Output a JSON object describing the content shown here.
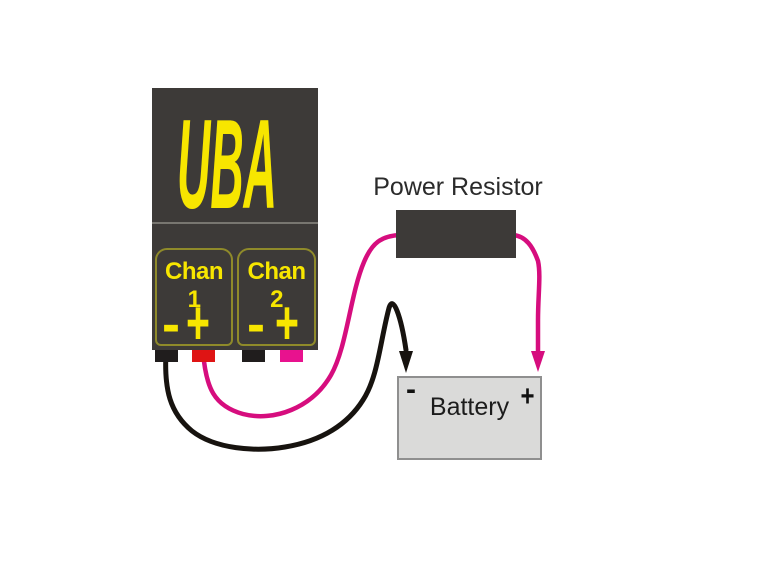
{
  "diagram": {
    "uba": {
      "title": "UBA",
      "body_color": "#3d3a38",
      "text_color": "#f7e600",
      "channels": [
        {
          "label": "Chan 1",
          "minus_symbol": "-",
          "plus_symbol": "+"
        },
        {
          "label": "Chan 2",
          "minus_symbol": "-",
          "plus_symbol": "+"
        }
      ],
      "connectors": [
        {
          "name": "chan1-negative",
          "color": "#201d1d"
        },
        {
          "name": "chan1-positive",
          "color": "#df1414"
        },
        {
          "name": "chan2-negative",
          "color": "#201d1d"
        },
        {
          "name": "chan2-positive",
          "color": "#e8128e"
        }
      ]
    },
    "power_resistor": {
      "label": "Power Resistor",
      "body_color": "#3d3a38"
    },
    "battery": {
      "label": "Battery",
      "minus_symbol": "-",
      "plus_symbol": "+",
      "fill_color": "#dadad9",
      "border_color": "#8f8f8f"
    },
    "wires": [
      {
        "name": "negative",
        "color": "#17130f",
        "from": "Chan 1 -",
        "to": "Battery -"
      },
      {
        "name": "positive-to-resistor",
        "color": "#d60d7e",
        "from": "Chan 1 +",
        "to": "Power Resistor"
      },
      {
        "name": "positive-to-battery",
        "color": "#d60d7e",
        "from": "Power Resistor",
        "to": "Battery +"
      }
    ]
  }
}
